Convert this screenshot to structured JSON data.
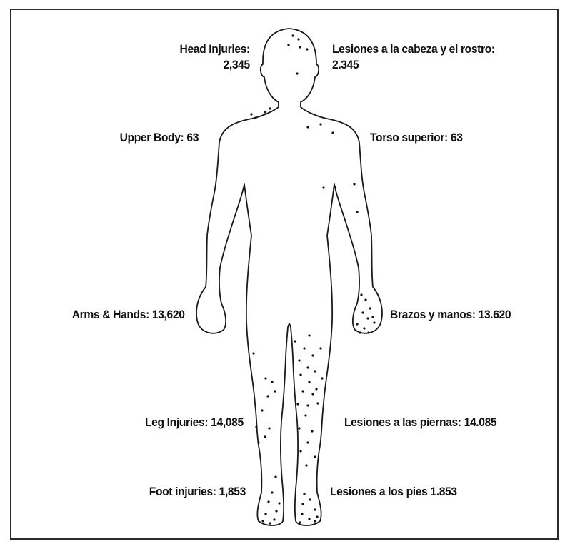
{
  "labels": {
    "head_en_title": "Head Injuries:",
    "head_en_value": "2,345",
    "head_es_title": "Lesiones a la cabeza y el rostro:",
    "head_es_value": "2.345",
    "upper_en": "Upper Body: 63",
    "upper_es": "Torso superior: 63",
    "arms_en": "Arms & Hands: 13,620",
    "arms_es": "Brazos y manos: 13.620",
    "leg_en": "Leg Injuries: 14,085",
    "leg_es": "Lesiones a las piernas: 14.085",
    "foot_en": "Foot injuries: 1,853",
    "foot_es": "Lesiones a los pies 1.853"
  },
  "regions": [
    {
      "region": "head",
      "en": "Head Injuries",
      "es": "Lesiones a la cabeza y el rostro",
      "count": 2345
    },
    {
      "region": "upper-body",
      "en": "Upper Body",
      "es": "Torso superior",
      "count": 63
    },
    {
      "region": "arms-hands",
      "en": "Arms & Hands",
      "es": "Brazos y manos",
      "count": 13620
    },
    {
      "region": "legs",
      "en": "Leg Injuries",
      "es": "Lesiones a las piernas",
      "count": 14085
    },
    {
      "region": "feet",
      "en": "Foot injuries",
      "es": "Lesiones a los pies",
      "count": 1853
    }
  ],
  "colors": {
    "ink": "#111111",
    "outline": "#1a1a1a",
    "frame": "#2b2b2b",
    "background": "#ffffff"
  }
}
